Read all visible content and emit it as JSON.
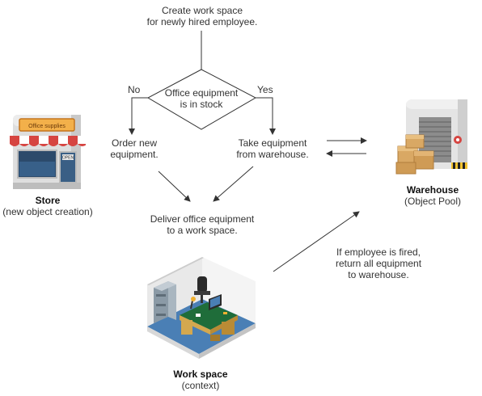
{
  "start": {
    "line1": "Create work space",
    "line2": "for newly hired employee."
  },
  "decision": {
    "line1": "Office equipment",
    "line2": "is in stock",
    "no_label": "No",
    "yes_label": "Yes"
  },
  "order": {
    "line1": "Order new",
    "line2": "equipment."
  },
  "take": {
    "line1": "Take equipment",
    "line2": "from warehouse."
  },
  "deliver": {
    "line1": "Deliver office equipment",
    "line2": "to a work space."
  },
  "fired": {
    "line1": "If employee is fired,",
    "line2": "return all equipment",
    "line3": "to warehouse."
  },
  "store": {
    "name": "Store",
    "desc": "(new object creation)",
    "sign": "Office supplies",
    "door_sign": "OPEN"
  },
  "warehouse": {
    "name": "Warehouse",
    "desc": "(Object Pool)"
  },
  "workspace": {
    "name": "Work space",
    "desc": "(context)"
  },
  "colors": {
    "line": "#333333",
    "roof_red": "#d64541",
    "sign_orange": "#f0a030",
    "box_tan": "#d9a864",
    "carpet_blue": "#4a7fb5"
  }
}
